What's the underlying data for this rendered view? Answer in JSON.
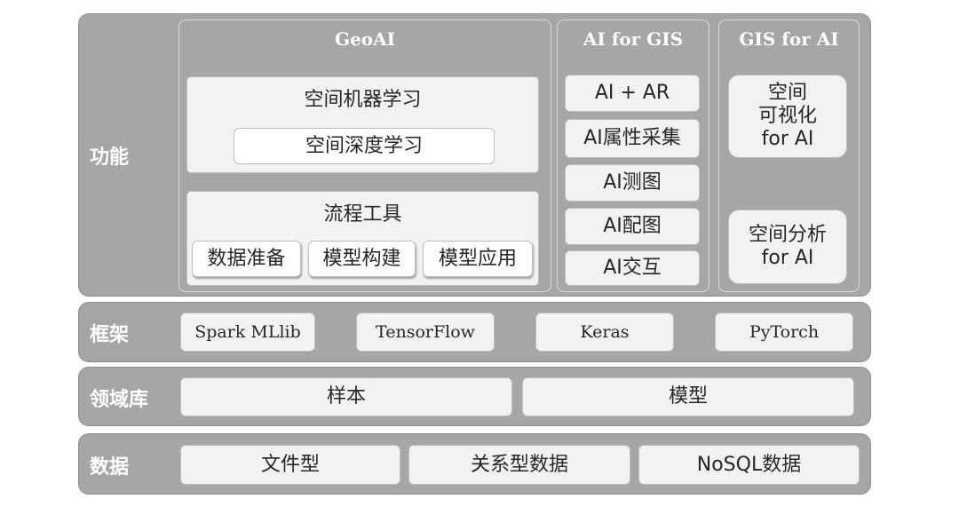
{
  "rows": {
    "function": {
      "label": "功能"
    },
    "framework": {
      "label": "框架",
      "items": [
        "Spark MLlib",
        "TensorFlow",
        "Keras",
        "PyTorch"
      ]
    },
    "domain_lib": {
      "label": "领域库",
      "items": [
        "样本",
        "模型"
      ]
    },
    "data": {
      "label": "数据",
      "items": [
        "文件型",
        "关系型数据",
        "NoSQL数据"
      ]
    }
  },
  "geoai": {
    "title": "GeoAI",
    "ml_title": "空间机器学习",
    "dl_label": "空间深度学习",
    "workflow_title": "流程工具",
    "workflow_items": [
      "数据准备",
      "模型构建",
      "模型应用"
    ]
  },
  "ai_for_gis": {
    "title": "AI for GIS",
    "items": [
      "AI + AR",
      "AI属性采集",
      "AI测图",
      "AI配图",
      "AI交互"
    ]
  },
  "gis_for_ai": {
    "title": "GIS for AI",
    "vis_lines": [
      "空间",
      "可视化",
      "for AI"
    ],
    "analysis_lines": [
      "空间分析",
      "for AI"
    ]
  }
}
